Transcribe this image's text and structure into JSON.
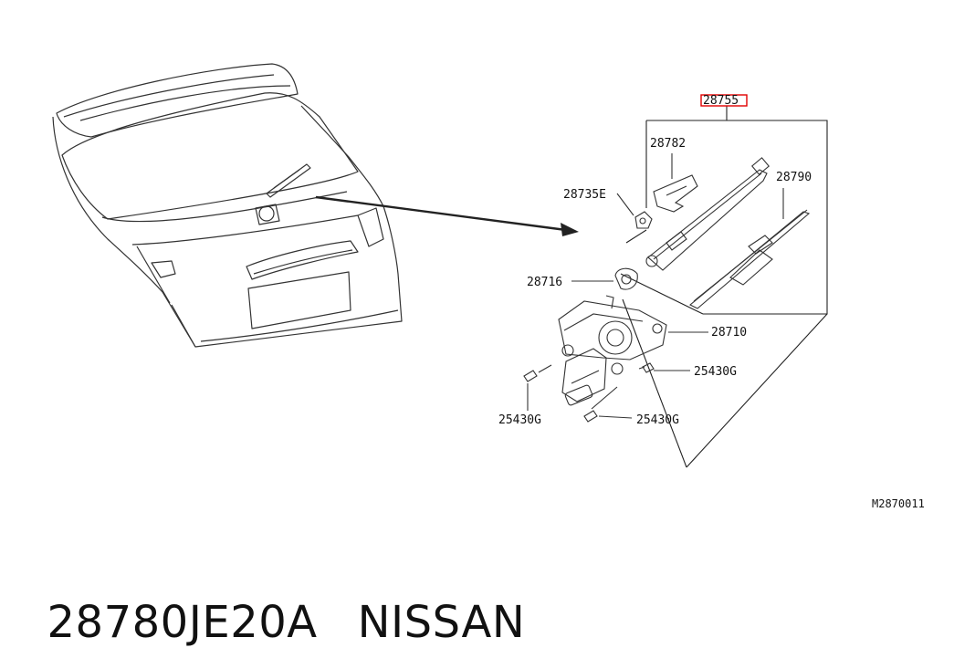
{
  "diagram": {
    "parts": {
      "wiper_assy": "28755",
      "cap": "28782",
      "nut": "28735E",
      "blade": "28790",
      "seal": "28716",
      "motor": "28710",
      "screw_right": "25430G",
      "screw_left": "25430G",
      "screw_bottom": "25430G"
    },
    "diagram_ref": "M2870011",
    "highlight_color": "#e00000",
    "line_color": "#222222"
  },
  "footer": {
    "part_number": "28780JE20A",
    "brand": "NISSAN"
  }
}
